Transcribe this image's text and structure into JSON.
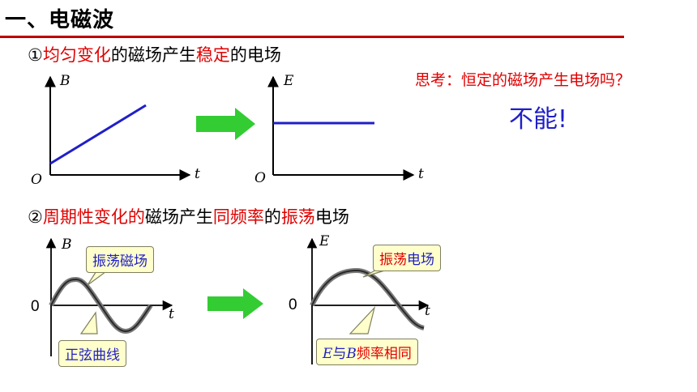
{
  "heading": "一、电磁波",
  "point1": {
    "num": "①",
    "part_a": "均匀变化",
    "part_b": "的磁场产生",
    "part_c": "稳定",
    "part_d": "的电场"
  },
  "point2": {
    "num": "②",
    "part_a": "周期性变化的",
    "part_b": "磁场产生",
    "part_c": "同频率",
    "part_d": "的",
    "part_e": "振荡",
    "part_f": "电场"
  },
  "question": "思考：恒定的磁场产生电场吗？",
  "answer": "不能!",
  "graph1": {
    "y_label": "B",
    "x_label": "t",
    "origin": "O"
  },
  "graph2": {
    "y_label": "E",
    "x_label": "t",
    "origin": "O"
  },
  "graph3": {
    "y_label": "B",
    "x_label": "t",
    "origin": "0"
  },
  "graph4": {
    "y_label": "E",
    "x_label": "t",
    "origin": "0"
  },
  "callouts": {
    "osc_magnetic": "振荡磁场",
    "sine_curve": "正弦曲线",
    "osc_electric_a": "振荡",
    "osc_electric_b": "电场",
    "same_freq_e": "E",
    "same_freq_mid": "与",
    "same_freq_b": "B",
    "same_freq_rest": "频率相同"
  },
  "colors": {
    "heading_rule": "#c00000",
    "highlight": "#e00000",
    "answer": "#1f1fc8",
    "line": "#1f1fc8",
    "arrow": "#33cc33",
    "callout_fill": "#ffffcc"
  },
  "icons": [
    "green-right-arrow",
    "green-right-arrow"
  ]
}
